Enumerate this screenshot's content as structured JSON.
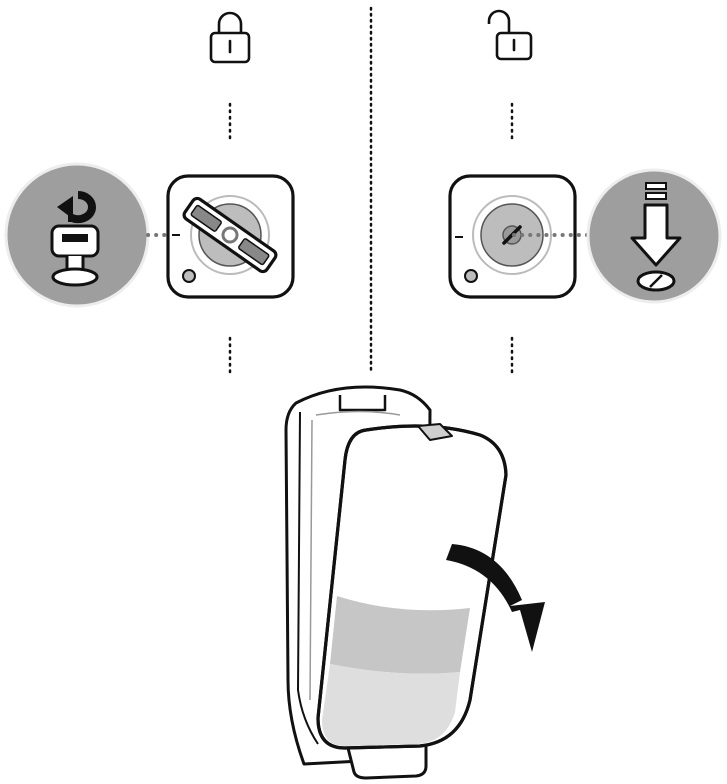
{
  "diagram": {
    "panels": [
      {
        "id": "locked",
        "state_icon": "padlock-closed-icon",
        "key_action": "key-rotate-icon"
      },
      {
        "id": "unlocked",
        "state_icon": "padlock-open-icon",
        "key_action": "press-down-icon"
      }
    ],
    "dispenser": {
      "motion": "cover-swing-open-arrow"
    },
    "colors": {
      "line": "#111111",
      "badge_fill": "#9e9e9e",
      "lock_face": "#bdbdbd",
      "liquid_light": "#dedede",
      "liquid_dark": "#c6c6c6",
      "arrow": "#111111"
    }
  }
}
